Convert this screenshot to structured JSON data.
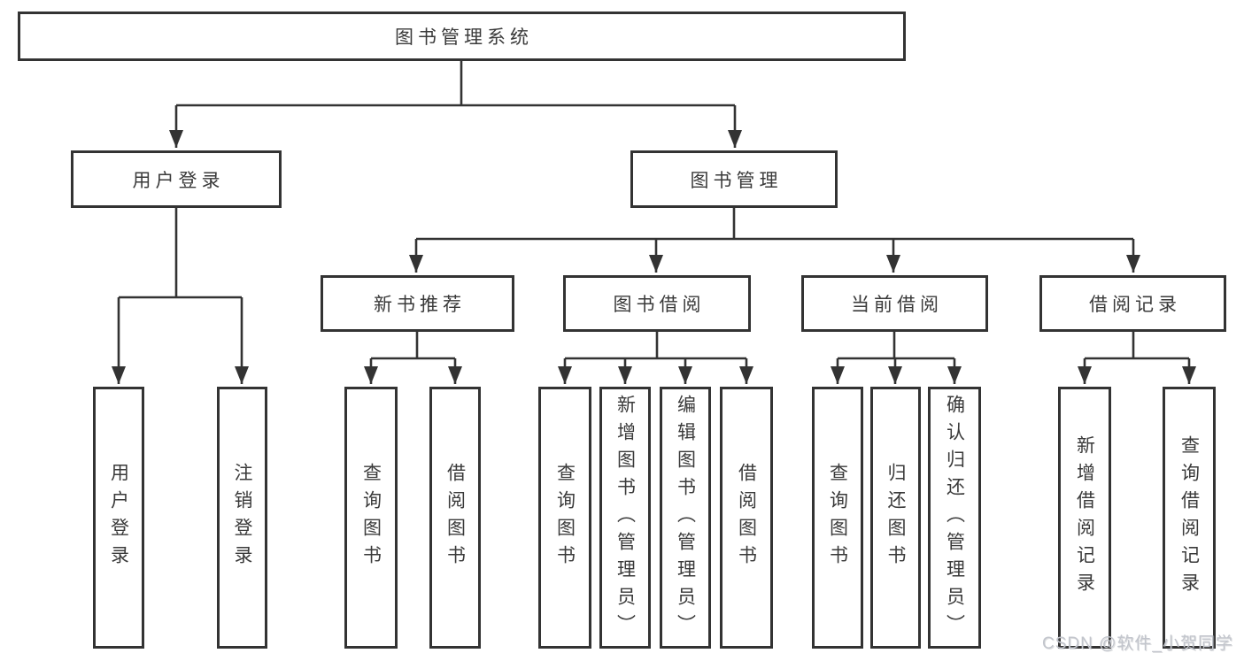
{
  "diagram_type": "hierarchy-tree",
  "colors": {
    "line": "#333333",
    "box_border": "#333333",
    "text": "#3a3a3a",
    "background": "#ffffff",
    "watermark": "#c2c5cc"
  },
  "tree": {
    "root": {
      "label": "图书管理系统",
      "children": [
        {
          "label": "用户登录",
          "children": [
            {
              "label": "用户登录"
            },
            {
              "label": "注销登录"
            }
          ]
        },
        {
          "label": "图书管理",
          "children": [
            {
              "label": "新书推荐",
              "children": [
                {
                  "label": "查询图书"
                },
                {
                  "label": "借阅图书"
                }
              ]
            },
            {
              "label": "图书借阅",
              "children": [
                {
                  "label": "查询图书"
                },
                {
                  "label": "新增图书（管理员）"
                },
                {
                  "label": "编辑图书（管理员）"
                },
                {
                  "label": "借阅图书"
                }
              ]
            },
            {
              "label": "当前借阅",
              "children": [
                {
                  "label": "查询图书"
                },
                {
                  "label": "归还图书"
                },
                {
                  "label": "确认归还（管理员）"
                }
              ]
            },
            {
              "label": "借阅记录",
              "children": [
                {
                  "label": "新增借阅记录"
                },
                {
                  "label": "查询借阅记录"
                }
              ]
            }
          ]
        }
      ]
    }
  },
  "watermark": {
    "text": "CSDN @软件_小贺同学"
  }
}
